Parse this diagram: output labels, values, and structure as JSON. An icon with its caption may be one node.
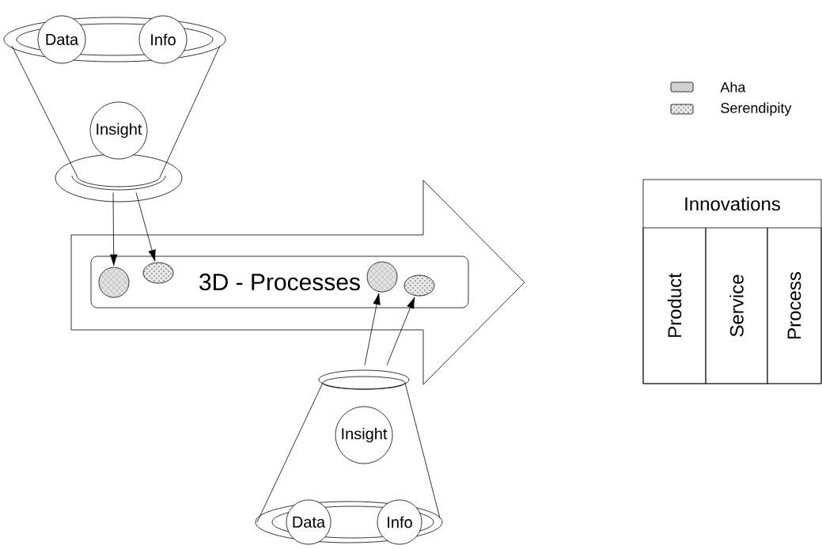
{
  "diagram": {
    "nodes": [
      {
        "text": [],
        "shape": "funnel"
      },
      {
        "text": [
          "Data"
        ],
        "in": 0
      },
      {
        "text": [
          "Info"
        ],
        "in": 0
      },
      {
        "text": [
          "Insight"
        ],
        "in": 0
      },
      {
        "text": [],
        "shape": "arrow"
      },
      {
        "text": [
          "3D - Processes"
        ],
        "in": 4
      },
      {
        "text": [],
        "shape": "circle",
        "in": 5
      },
      {
        "text": [],
        "shape": "ellipse",
        "in": 5
      },
      {
        "text": [],
        "shape": "circle",
        "in": 5
      },
      {
        "text": [],
        "shape": "ellipse",
        "in": 5
      },
      {
        "text": [],
        "shape": "funnel"
      },
      {
        "text": [
          "Insight"
        ],
        "in": 10
      },
      {
        "text": [
          "Data"
        ],
        "in": 10
      },
      {
        "text": [
          "Info"
        ],
        "in": 10
      },
      {
        "text": [
          "Innovations"
        ]
      },
      {
        "text": [
          "Product"
        ],
        "in": 14
      },
      {
        "text": [
          "Service"
        ],
        "in": 14
      },
      {
        "text": [
          "Process"
        ],
        "in": 14
      }
    ],
    "edges": [
      {
        "from": 0,
        "to": 6,
        "arrow": "to"
      },
      {
        "from": 0,
        "to": 7,
        "arrow": "to"
      },
      {
        "from": 10,
        "to": 8,
        "arrow": "to"
      },
      {
        "from": 10,
        "to": 9,
        "arrow": "to"
      }
    ],
    "legend": [
      {
        "text": "Aha"
      },
      {
        "text": "Serendipity"
      }
    ]
  }
}
